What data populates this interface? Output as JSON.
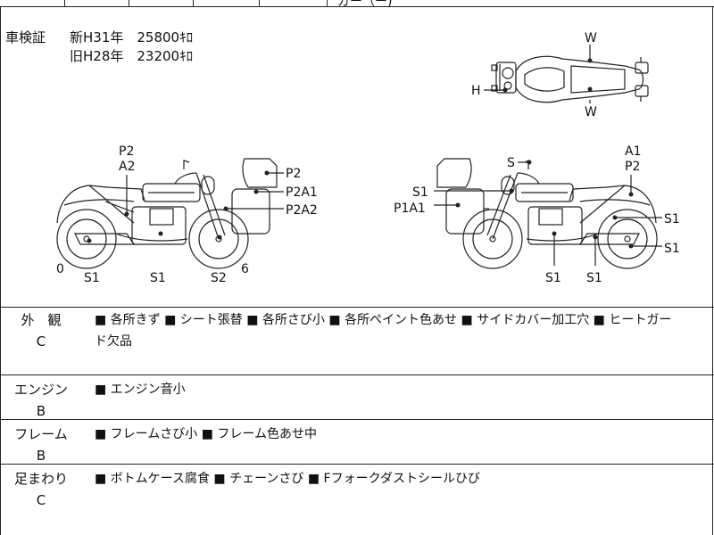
{
  "header": {
    "top_fragment": "ガー（ー)"
  },
  "inspection": {
    "label": "車検証",
    "new_line": "新H31年　25800ｷﾛ",
    "old_line": "旧H28年　23200ｷﾛ"
  },
  "top_view": {
    "w_top": "W",
    "w_bottom": "W",
    "h": "H"
  },
  "left_view": {
    "p2": "P2",
    "a2": "A2",
    "p2_box": "P2",
    "p2a1": "P2A1",
    "p2a2": "P2A2",
    "zero": "0",
    "s1_a": "S1",
    "s1_b": "S1",
    "s2": "S2",
    "six": "6"
  },
  "right_view": {
    "a1": "A1",
    "p2": "P2",
    "s": "S",
    "s1_box": "S1",
    "p1a1": "P1A1",
    "s1_r1": "S1",
    "s1_r2": "S1",
    "s1_b1": "S1",
    "s1_b2": "S1"
  },
  "sections": [
    {
      "name": "外　観",
      "grade": "C",
      "line1": "■ 各所きず ■ シート張替 ■ 各所さび小 ■ 各所ペイント色あせ ■ サイドカバー加工穴 ■ ヒートガー",
      "line2": "ド欠品"
    },
    {
      "name": "エンジン",
      "grade": "B",
      "line1": "■ エンジン音小"
    },
    {
      "name": "フレーム",
      "grade": "B",
      "line1": "■ フレームさび小 ■ フレーム色あせ中"
    },
    {
      "name": "足まわり",
      "grade": "C",
      "line1": "■ ボトムケース腐食 ■ チェーンさび ■ Fフォークダストシールひび"
    }
  ],
  "colors": {
    "line": "#222222",
    "text": "#111111"
  }
}
